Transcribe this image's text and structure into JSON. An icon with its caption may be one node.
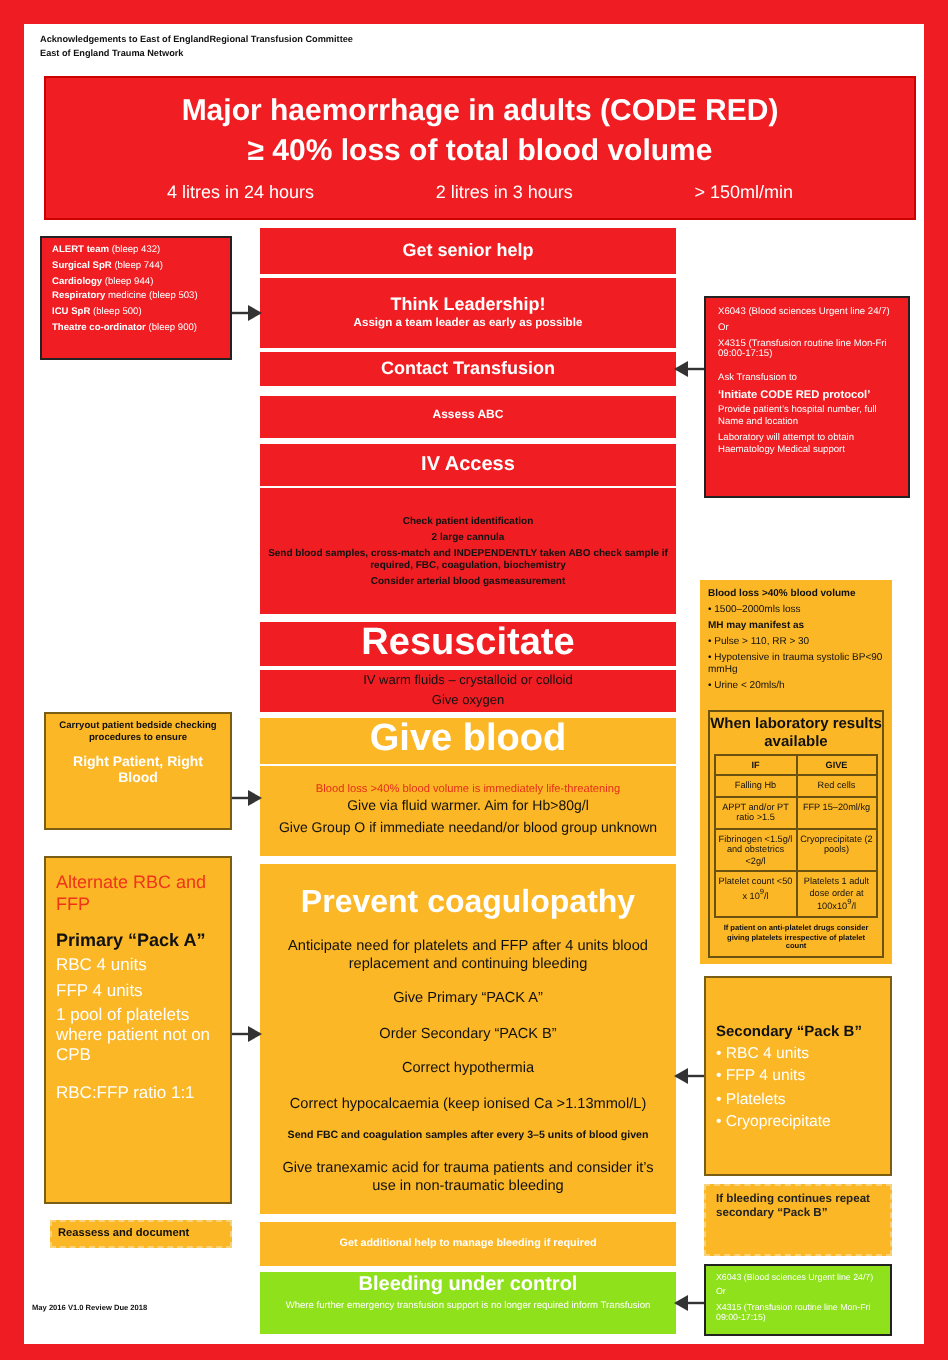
{
  "diagram": {
    "nodes": [
      {
        "text": [
          "Major haemorrhage in  adults (CODE RED)",
          "≥ 40% loss of total blood  volume",
          "4 litres in  24 hours",
          "2 litres in  3 hours",
          "> 150ml/min"
        ]
      },
      {
        "text": [
          "**ALERT team** (bleep 432)",
          "**Surgical SpR** (bleep 744)",
          "**Cardiology** (bleep 944)",
          "**Respiratory** medicine (bleep 503)",
          "**ICU SpR** (bleep 500)",
          "**Theatre co-ordinator** (bleep 900)"
        ]
      },
      {
        "text": [
          "Get senior help"
        ]
      },
      {
        "text": [
          "Think Leadership!",
          "Assign a team leader as early as possible"
        ]
      },
      {
        "text": [
          "Contact Transfusion"
        ]
      },
      {
        "text": [
          "X6043 (Blood sciences Urgent line 24/7)",
          "Or",
          "X4315 (Transfusion routine line Mon-Fri 09:00-17:15)",
          "Ask Transfusion to",
          "‘Initiate CODE RED protocol’",
          "Provide patient’s hospital number, full Name and location",
          "Laboratory will attempt to obtain Haematology Medical support"
        ]
      },
      {
        "text": [
          "Assess ABC"
        ]
      },
      {
        "text": [
          "IV Access"
        ]
      },
      {
        "text": [
          "Check patient identification",
          "2 large cannula",
          "Send blood samples, cross-match and INDEPENDENTLY taken ABO check sample if required, FBC, coagulation, biochemistry",
          "Consider arterial blood gasmeasurement"
        ]
      },
      {
        "text": [
          "Blood loss >40% blood volume",
          "• 1500–2000mls loss",
          "MH may manifest as",
          "• Pulse > 110, RR >  30",
          "• Hypotensive in trauma systolic BP<90 mmHg",
          "• Urine < 20mls/h"
        ]
      },
      {
        "text": [
          "When laboratory results available"
        ],
        "in": 9
      },
      {
        "text": [
          "Resuscitate"
        ]
      },
      {
        "text": [
          "IV warm fluids – crystalloid or colloid",
          "Give oxygen"
        ]
      },
      {
        "text": [
          "Carryout patient bedside checking procedures to ensure",
          "Right Patient, Right Blood"
        ]
      },
      {
        "text": [
          "Give blood"
        ]
      },
      {
        "text": [
          "Blood loss >40% blood volume is immediately life-threatening",
          "Give via fluid warmer. Aim for Hb>80g/l",
          "Give Group O if immediate needand/or blood group  unknown"
        ]
      },
      {
        "text": [
          "Alternate RBC and FFP",
          "Primary “Pack A”",
          "RBC 4  units",
          "FFP 4 units",
          "1 pool of platelets where patient not on CPB",
          "RBC:FFP ratio 1:1"
        ]
      },
      {
        "text": [
          "Prevent coagulopathy",
          "Anticipate need for platelets and FFP after 4 units blood replacement and continuing bleeding",
          "Give Primary “PACK A”",
          "Order Secondary “PACK B”",
          "Correct hypothermia",
          "Correct hypocalcaemia (keep ionised Ca >1.13mmol/L)",
          "Send FBC and coagulation samples after every 3–5 units of blood given",
          "Give tranexamic acid for trauma patients and consider it’s use in non-traumatic bleeding"
        ]
      },
      {
        "text": [
          "Secondary “Pack B”",
          "• RBC 4  units",
          "• FFP 4  units",
          "• Platelets",
          "• Cryoprecipitate"
        ]
      },
      {
        "text": [
          "Reassess and document"
        ]
      },
      {
        "text": [
          "Get additional help to manage bleeding if required"
        ]
      },
      {
        "text": [
          "If bleeding continues repeat secondary “Pack B”"
        ]
      },
      {
        "text": [
          "Bleeding under control",
          "Where further emergency transfusion support is no longer required inform Transfusion"
        ]
      },
      {
        "text": [
          "X6043 (Blood sciences Urgent line 24/7)",
          "Or",
          "X4315 (Transfusion routine line Mon-Fri 09:00-17:15)"
        ]
      }
    ],
    "edges": [
      {
        "from": 1,
        "to": 3,
        "arrow": "to"
      },
      {
        "from": 5,
        "to": 4,
        "arrow": "to"
      },
      {
        "from": 13,
        "to": 15,
        "arrow": "to"
      },
      {
        "from": 16,
        "to": 17,
        "arrow": "to"
      },
      {
        "from": 18,
        "to": 17,
        "arrow": "to"
      },
      {
        "from": 23,
        "to": 22,
        "arrow": "to"
      }
    ],
    "labels": [
      "Acknowledgements to East of EnglandRegional Transfusion Committee",
      "East of England Trauma Network",
      "IF",
      "GIVE",
      "Falling Hb",
      "Red cells",
      "APPT and/or PT ratio >1.5",
      "FFP 15–20ml/kg",
      "Fibrinogen <1.5g/l and obstetrics <2g/l",
      "Cryoprecipitate (2 pools)",
      "Platelet count <50 x 10$^{9}$/l",
      "Platelets 1 adult dose order at 100x10$^{9}$/l",
      "If patient on anti-platelet drugs consider giving platelets irrespective of platelet count",
      "May 2016 V1.0 Review Due 2018"
    ]
  }
}
